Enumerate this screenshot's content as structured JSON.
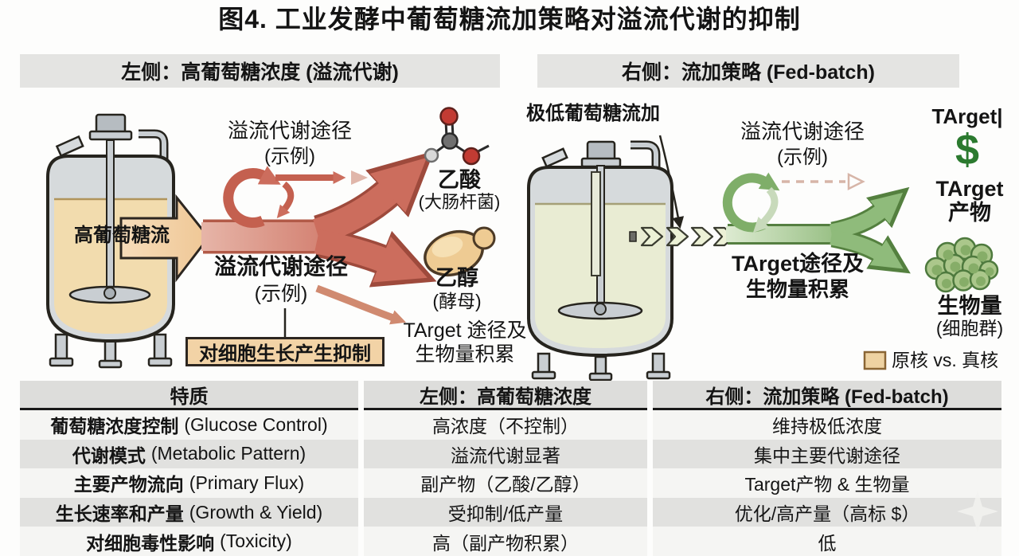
{
  "title": "图4. 工业发酵中葡萄糖流加策略对溢流代谢的抑制",
  "left_panel": {
    "header": "左侧：高葡萄糖浓度 (溢流代谢)",
    "feed_arrow_label": "高葡萄糖流",
    "overflow_label_top_line1": "溢流代谢途径",
    "overflow_label_top_line2": "(示例)",
    "overflow_label_bottom_line1": "溢流代谢途径",
    "overflow_label_bottom_line2": "(示例)",
    "acetate_name": "乙酸",
    "acetate_organism": "(大肠杆菌)",
    "ethanol_name": "乙醇",
    "ethanol_organism": "(酵母)",
    "inhibition_box_label": "对细胞生长产生抑制",
    "target_note_line1": "TArget 途径及",
    "target_note_line2": "生物量积累"
  },
  "right_panel": {
    "header": "右侧：流加策略 (Fed-batch)",
    "feed_label": "极低葡萄糖流加",
    "overflow_label_line1": "溢流代谢途径",
    "overflow_label_line2": "(示例)",
    "target_cursor_text": "TArget|",
    "dollar_symbol": "$",
    "target_product_line1": "TArget",
    "target_product_line2": "产物",
    "pathway_note_line1": "TArget途径及",
    "pathway_note_line2": "生物量积累",
    "biomass_name": "生物量",
    "biomass_sub": "(细胞群)",
    "legend_label": "原核 vs. 真核"
  },
  "comparison_table": {
    "headers": [
      "特质",
      "左侧：高葡萄糖浓度",
      "右侧：流加策略 (Fed-batch)"
    ],
    "rows": [
      {
        "trait_zh": "葡萄糖浓度控制",
        "trait_en": "(Glucose Control)",
        "left": "高浓度（不控制）",
        "right": "维持极低浓度"
      },
      {
        "trait_zh": "代谢模式",
        "trait_en": "(Metabolic Pattern)",
        "left": "溢流代谢显著",
        "right": "集中主要代谢途径"
      },
      {
        "trait_zh": "主要产物流向",
        "trait_en": "(Primary Flux)",
        "left": "副产物（乙酸/乙醇）",
        "right": "Target产物 & 生物量"
      },
      {
        "trait_zh": "生长速率和产量",
        "trait_en": "(Growth & Yield)",
        "left": "受抑制/低产量",
        "right": "优化/高产量（高标 $）"
      },
      {
        "trait_zh": "对细胞毒性影响",
        "trait_en": "(Toxicity)",
        "left": "高（副产物积累）",
        "right": "低"
      }
    ]
  },
  "colors": {
    "overflow_arrow_red": "#cc6d5d",
    "fedbatch_arrow_green": "#8fbb7b",
    "glucose_feed_tan": "#f3d2a4",
    "dollar_green": "#2b7a2f",
    "header_bar_bg": "#e4e4e2",
    "table_row_gray": "#e1e1df"
  }
}
